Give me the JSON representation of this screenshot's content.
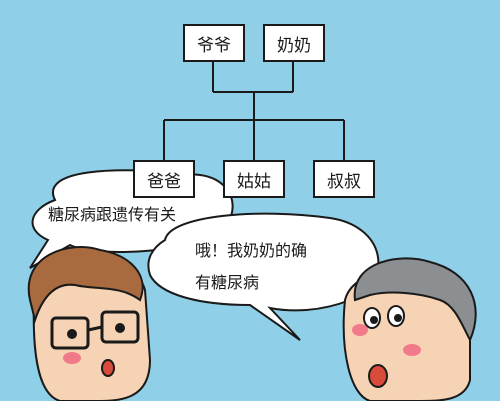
{
  "family_tree": {
    "grandpa": "爷爷",
    "grandma": "奶奶",
    "dad": "爸爸",
    "aunt": "姑姑",
    "uncle": "叔叔"
  },
  "dialogue": {
    "left_speech": "糖尿病跟遗传有关",
    "right_speech_line1": "哦！我奶奶的确",
    "right_speech_line2": "有糖尿病"
  },
  "colors": {
    "background": "#8fcfe8",
    "outline": "#1a1a1a",
    "bubble": "#ffffff",
    "skin": "#f6d3b4",
    "blush": "#f07a8a",
    "hair_left": "#a86a3e",
    "hair_right": "#8c8f92",
    "mouth": "#d94b3a"
  }
}
